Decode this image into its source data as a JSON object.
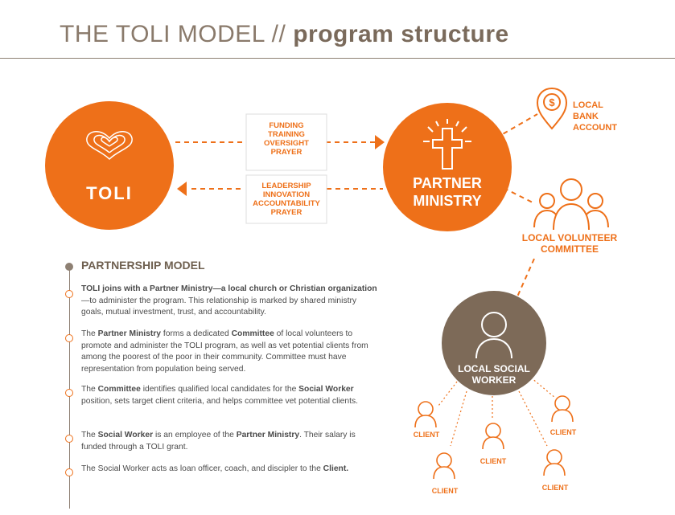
{
  "title": {
    "light": "THE TOLI MODEL // ",
    "bold": "program structure"
  },
  "nodes": {
    "toli": "TOLI",
    "partner_line1": "PARTNER",
    "partner_line2": "MINISTRY",
    "social_worker_line1": "LOCAL SOCIAL",
    "social_worker_line2": "WORKER",
    "bank": [
      "LOCAL",
      "BANK",
      "ACCOUNT"
    ],
    "committee": [
      "LOCAL VOLUNTEER",
      "COMMITTEE"
    ],
    "client": "CLIENT"
  },
  "flows": {
    "to_partner": [
      "FUNDING",
      "TRAINING",
      "OVERSIGHT",
      "PRAYER"
    ],
    "to_toli": [
      "LEADERSHIP",
      "INNOVATION",
      "ACCOUNTABILITY",
      "PRAYER"
    ]
  },
  "sidebar": {
    "heading": "PARTNERSHIP MODEL",
    "paragraphs": [
      {
        "parts": [
          {
            "b": "TOLI joins with a Partner Ministry—a local church or Christian organization"
          },
          {
            "t": "—to administer the program. This relationship is marked by shared ministry goals, mutual investment, trust, and accountability."
          }
        ]
      },
      {
        "parts": [
          {
            "t": "The "
          },
          {
            "b": "Partner Ministry"
          },
          {
            "t": " forms a dedicated "
          },
          {
            "b": "Committee"
          },
          {
            "t": " of local volunteers to promote and administer the TOLI program, as well as vet potential clients from among the poorest of the poor in their community. Committee must have representation from population being served."
          }
        ]
      },
      {
        "parts": [
          {
            "t": "The "
          },
          {
            "b": "Committee"
          },
          {
            "t": " identifies qualified local candidates for the "
          },
          {
            "b": "Social Worker"
          },
          {
            "t": " position, sets target client criteria, and helps committee vet potential clients."
          }
        ]
      },
      {
        "parts": [
          {
            "t": "The "
          },
          {
            "b": "Social Worker"
          },
          {
            "t": " is an employee of the "
          },
          {
            "b": "Partner Ministry"
          },
          {
            "t": ". Their salary is funded through a TOLI grant."
          }
        ]
      },
      {
        "parts": [
          {
            "t": "The Social Worker acts as loan officer, coach, and discipler to the "
          },
          {
            "b": "Client."
          }
        ]
      }
    ]
  },
  "colors": {
    "orange": "#ee7019",
    "brown": "#7d6a58",
    "text": "#4b4b4b"
  }
}
